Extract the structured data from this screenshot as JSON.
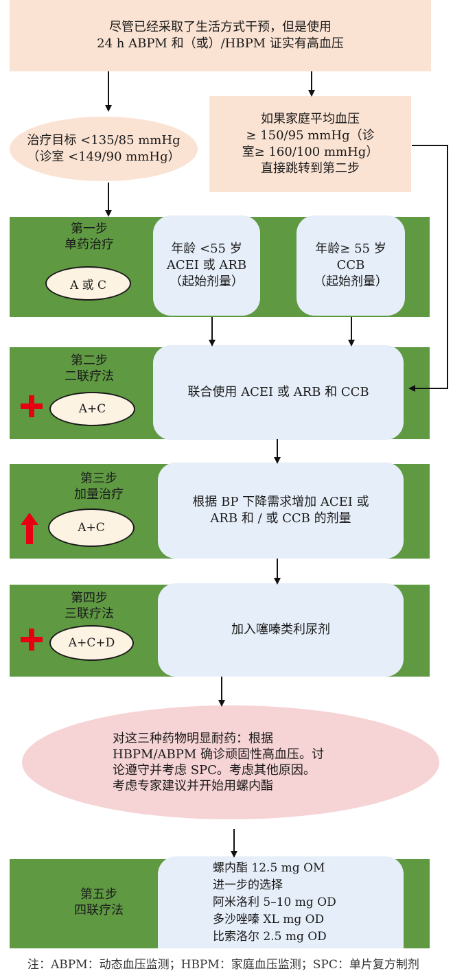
{
  "top_box": {
    "lines": [
      "尽管已经采取了生活方式干预，但是使用",
      "24 h ABPM 和（或）/HBPM 证实有高血压"
    ]
  },
  "target_oval": {
    "lines": [
      "治疗目标 <135/85 mmHg",
      "（诊室 <149/90 mmHg）"
    ]
  },
  "skip_box": {
    "lines": [
      "如果家庭平均血压",
      "≥ 150/95 mmHg（诊",
      "室≥ 160/100 mmHg）",
      "直接跳转到第二步"
    ]
  },
  "steps": [
    {
      "title_lines": [
        "第一步",
        "单药治疗"
      ],
      "pill": "A 或 C",
      "symbol": "none",
      "boxes": [
        {
          "lines": [
            "年龄 <55 岁",
            "ACEI 或 ARB",
            "（起始剂量）"
          ]
        },
        {
          "lines": [
            "年龄≥ 55 岁",
            "CCB",
            "（起始剂量）"
          ]
        }
      ]
    },
    {
      "title_lines": [
        "第二步",
        "二联疗法"
      ],
      "pill": "A+C",
      "symbol": "plus",
      "boxes": [
        {
          "lines": [
            "联合使用 ACEI 或 ARB 和 CCB"
          ]
        }
      ]
    },
    {
      "title_lines": [
        "第三步",
        "加量治疗"
      ],
      "pill": "A+C",
      "symbol": "up-arrow",
      "boxes": [
        {
          "lines": [
            "根据 BP 下降需求增加 ACEI 或",
            "ARB 和 / 或 CCB 的剂量"
          ]
        }
      ]
    },
    {
      "title_lines": [
        "第四步",
        "三联疗法"
      ],
      "pill": "A+C+D",
      "symbol": "plus",
      "boxes": [
        {
          "lines": [
            "加入噻嗪类利尿剂"
          ]
        }
      ]
    },
    {
      "title_lines": [
        "第五步",
        "四联疗法"
      ],
      "pill": "",
      "symbol": "none",
      "boxes": [
        {
          "lines": [
            "螺内酯 12.5 mg OM",
            "进一步的选择",
            "阿米洛利 5–10 mg OD",
            "多沙唑嗪 XL mg OD",
            "比索洛尔 2.5 mg OD"
          ]
        }
      ]
    }
  ],
  "resistance_oval": {
    "lines": [
      "对这三种药物明显耐药：根据",
      "HBPM/ABPM 确诊顽固性高血压。讨",
      "论遵守并考虑 SPC。考虑其他原因。",
      "考虑专家建议并开始用螺内酯"
    ]
  },
  "footer_partial": "注：ABPM：动态血压监测；HBPM：家庭血压监测；SPC：单片复方制剂",
  "colors": {
    "peach": "#fbe3d3",
    "green": "#5f9a43",
    "light_blue": "#e6eef9",
    "pink": "#f6d3d4",
    "pill": "#fdf3e3",
    "red": "#e60012"
  },
  "icons": {
    "plus": "red-plus-icon",
    "up": "red-up-arrow-icon"
  }
}
